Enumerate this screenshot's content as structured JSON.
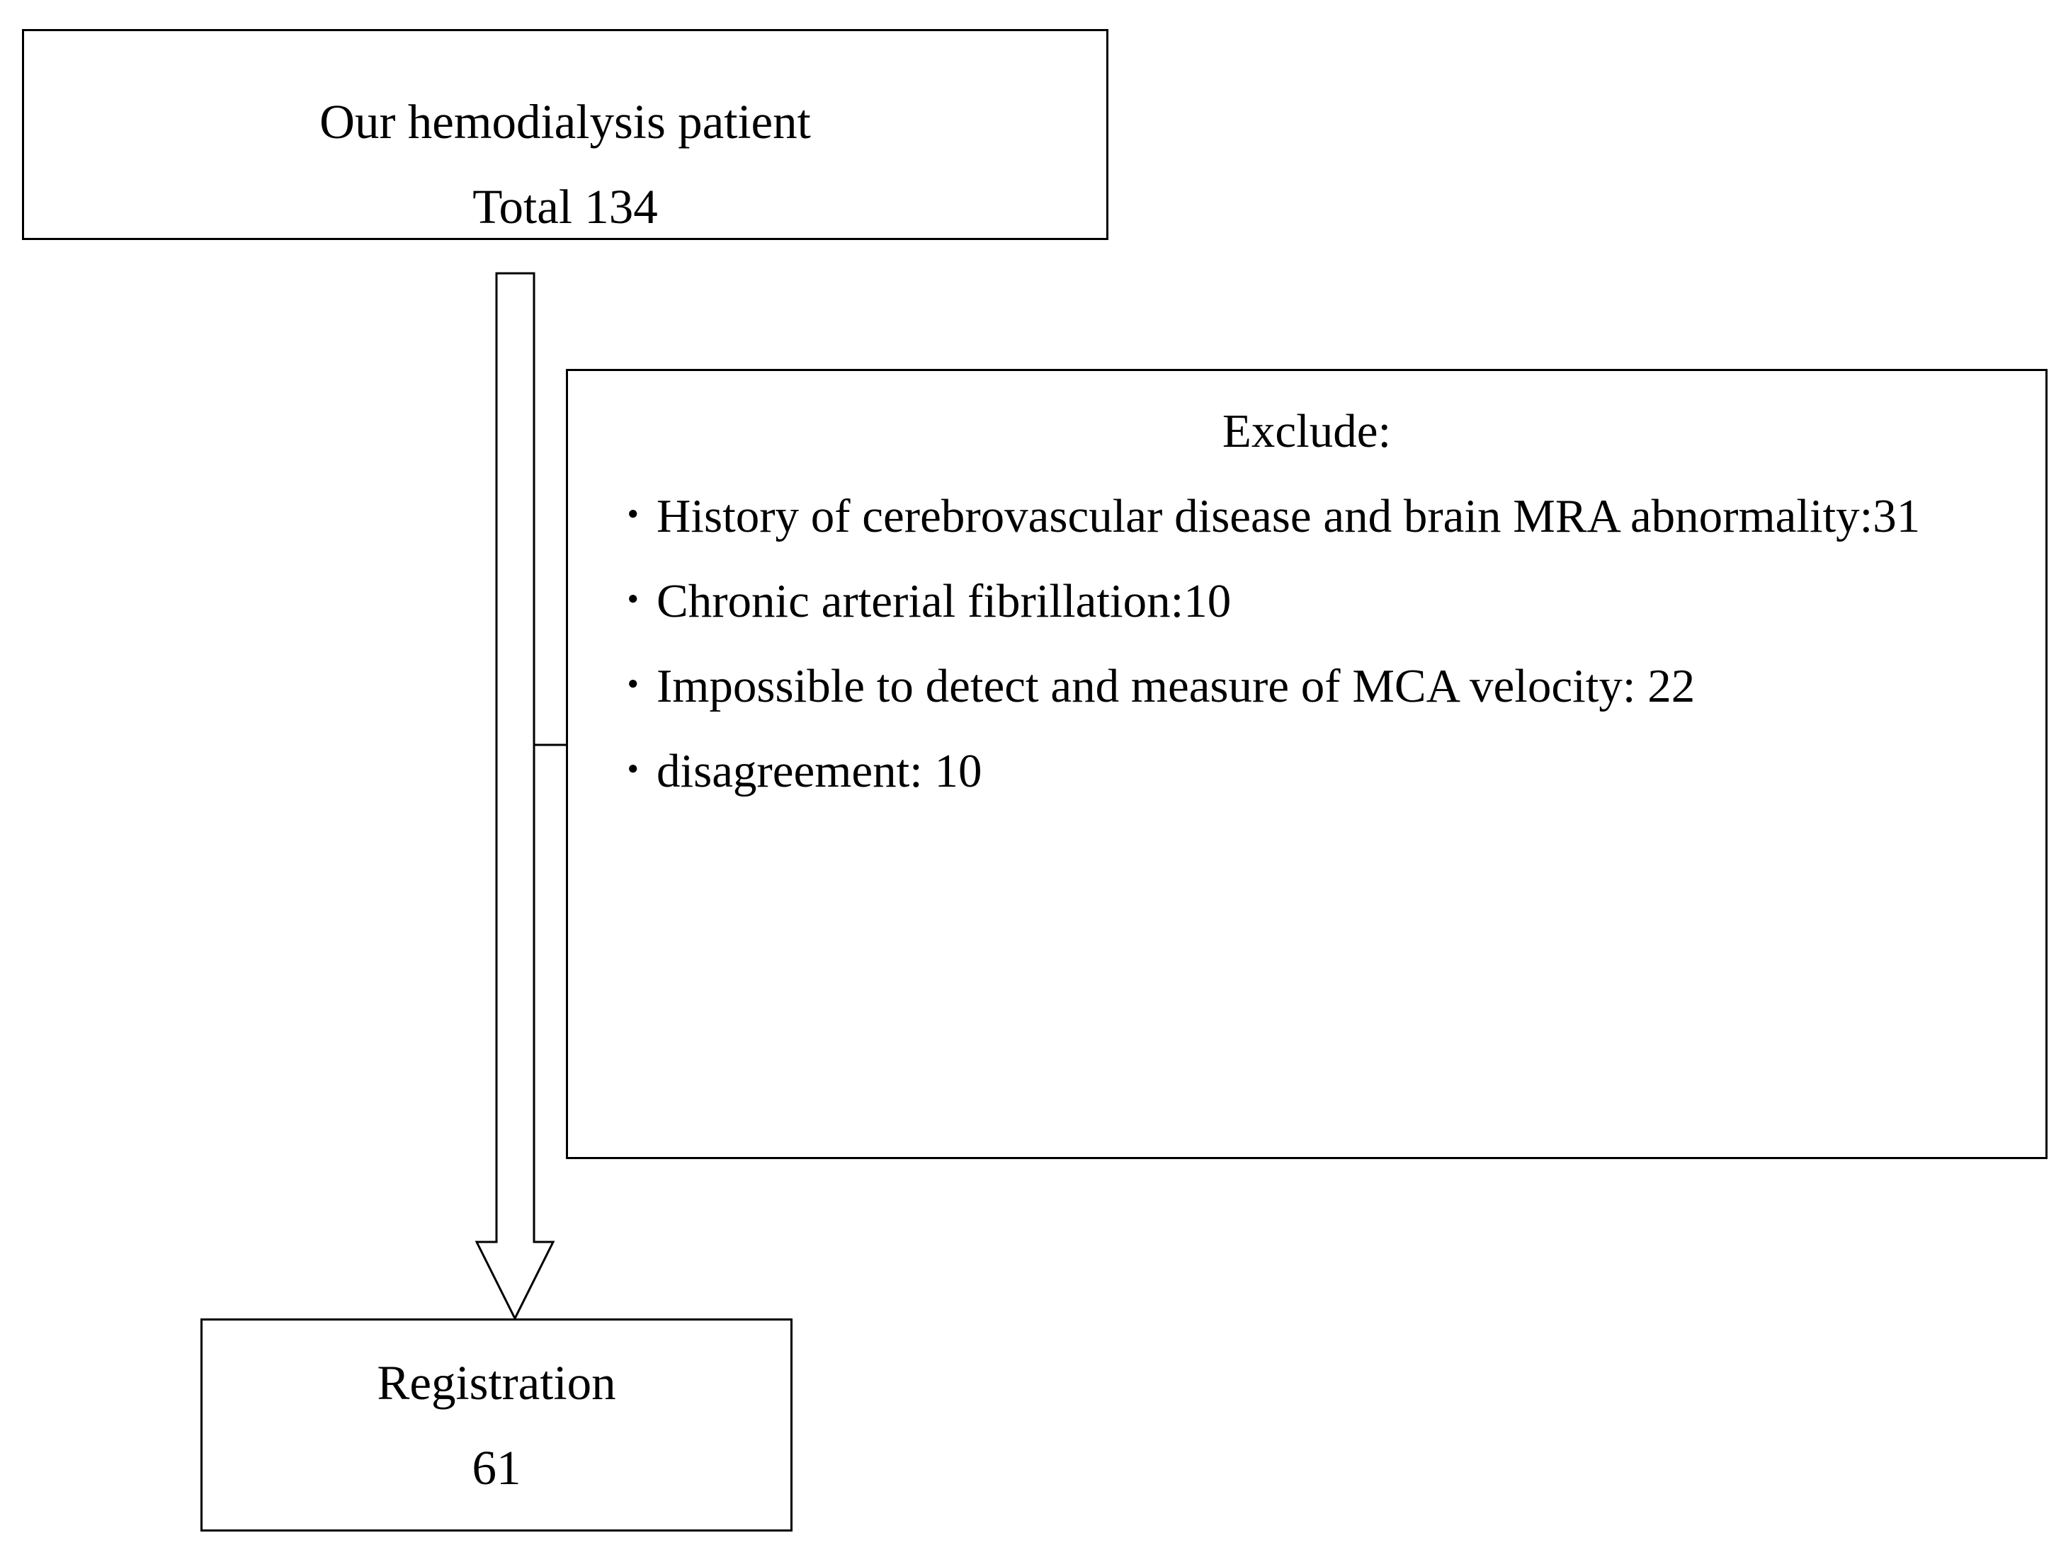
{
  "top_box": {
    "line1": "Our hemodialysis patient",
    "line2": "Total 134"
  },
  "exclude_box": {
    "title": "Exclude:",
    "bullet": "･",
    "items": [
      "History of cerebrovascular disease and brain MRA abnormality:31",
      "Chronic arterial fibrillation:10",
      "Impossible to detect and measure of MCA velocity: 22",
      "disagreement: 10"
    ]
  },
  "bottom_box": {
    "line1": "Registration",
    "line2": "61"
  }
}
